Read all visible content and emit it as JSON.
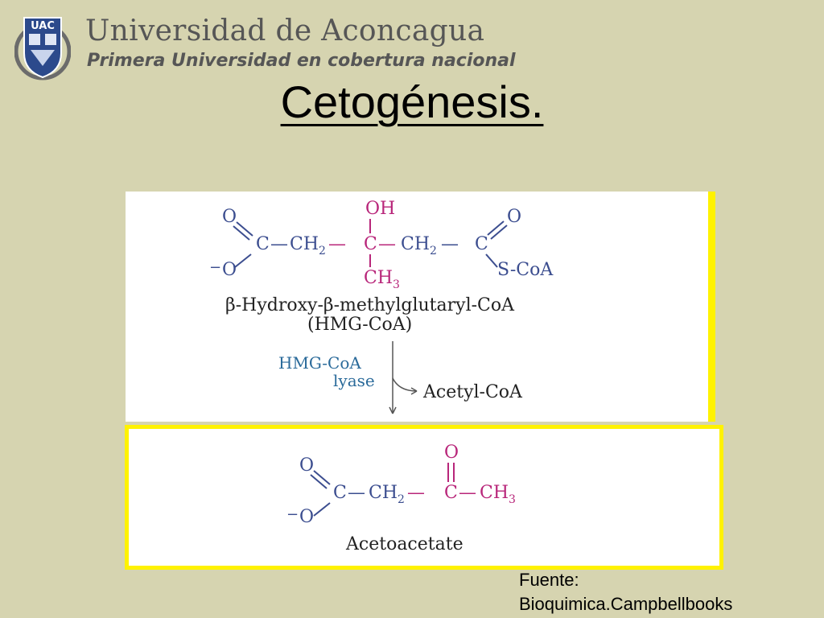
{
  "header": {
    "logo_text": "UAC",
    "university": "Universidad de Aconcagua",
    "tagline": "Primera Universidad en cobertura nacional"
  },
  "slide": {
    "title": "Cetogénesis."
  },
  "reaction": {
    "substrate": {
      "name": "β-Hydroxy-β-methylglutaryl-CoA",
      "abbrev": "(HMG-CoA)",
      "atoms": {
        "o_top_left": "O",
        "c1": "C",
        "bond1": "—",
        "ch2_1": "CH",
        "ch2_1_sub": "2",
        "bond2": "—",
        "c_center": "C",
        "bond3": "—",
        "ch2_2": "CH",
        "ch2_2_sub": "2",
        "bond4": "—",
        "c_end": "C",
        "o_top_right": "O",
        "minus": "−",
        "o_bottom_left": "O",
        "oh": "OH",
        "ch3": "CH",
        "ch3_sub": "3",
        "scoa": "S-CoA"
      }
    },
    "enzyme": {
      "line1": "HMG-CoA",
      "line2": "lyase"
    },
    "byproduct": "Acetyl-CoA",
    "product": {
      "name": "Acetoacetate",
      "atoms": {
        "o_top_left": "O",
        "c1": "C",
        "bond1": "—",
        "ch2": "CH",
        "ch2_sub": "2",
        "bond2": "—",
        "c2": "C",
        "bond3": "—",
        "ch3": "CH",
        "ch3_sub": "3",
        "o_top": "O",
        "minus": "−",
        "o_bottom_left": "O"
      }
    },
    "colors": {
      "blue": "#3b4d8f",
      "pink": "#b8267a",
      "highlight": "#fff200"
    }
  },
  "source": {
    "line1": "Fuente:",
    "line2": "Bioquimica.Campbellbooks"
  }
}
